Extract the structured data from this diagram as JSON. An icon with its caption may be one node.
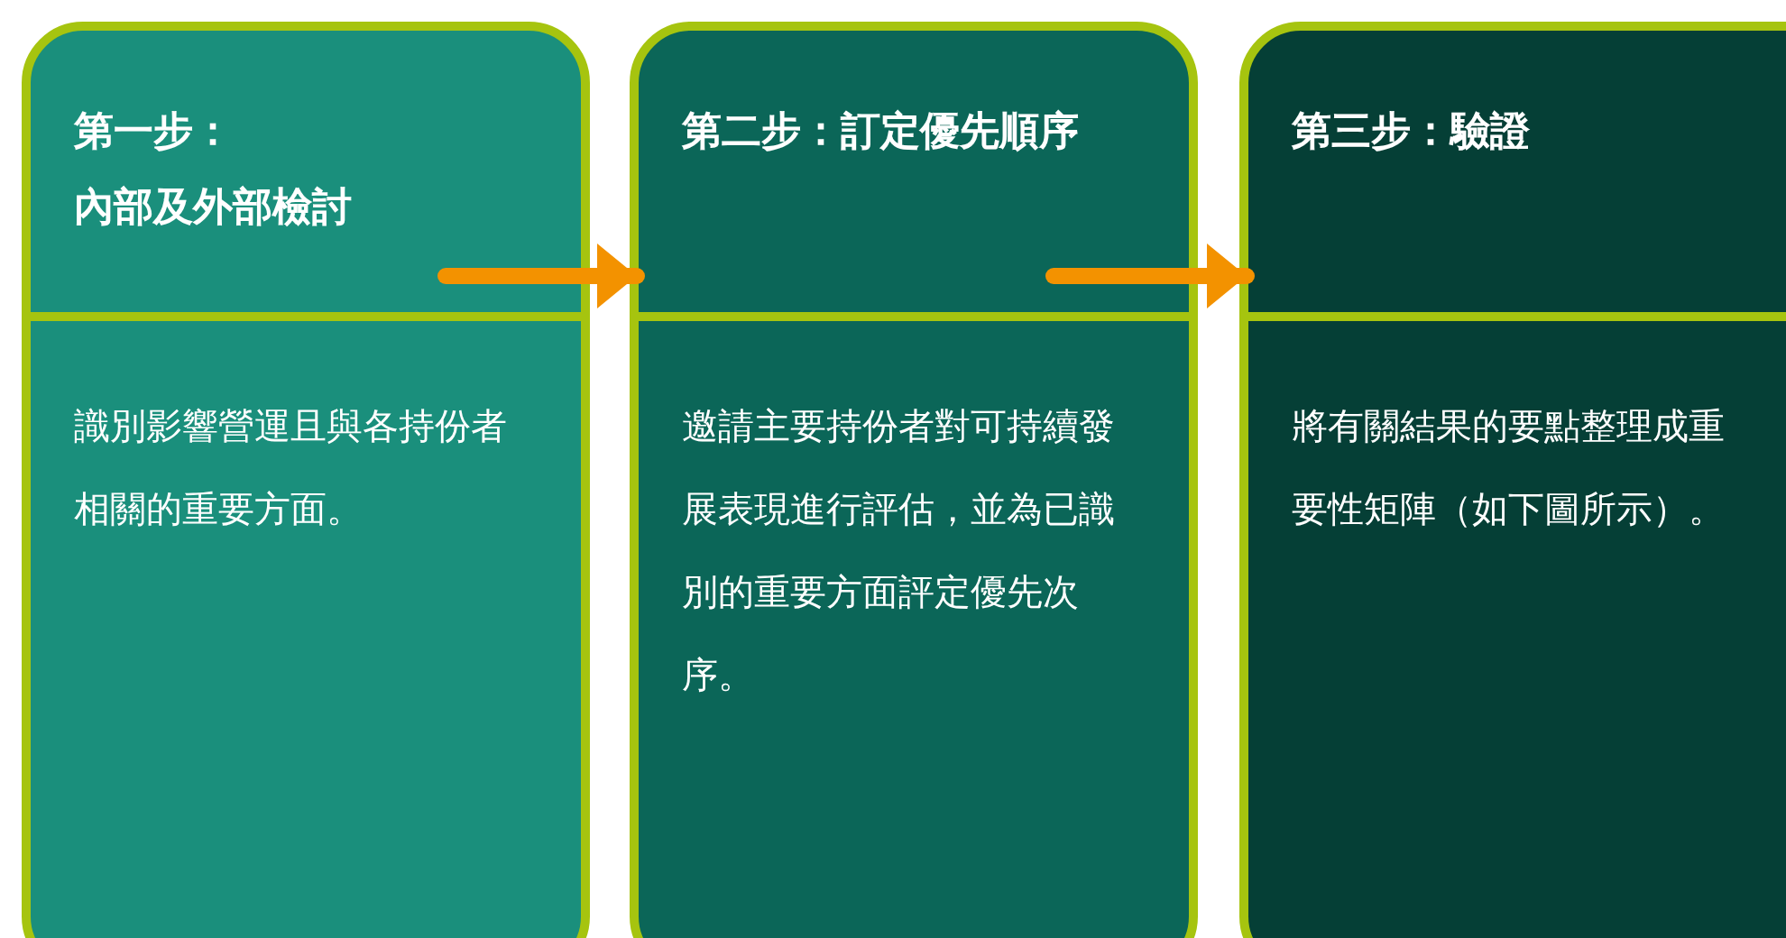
{
  "diagram": {
    "nodes": [
      {
        "text": [
          "第一步：內部及外部檢討",
          "識別影響營運且與各持份者相關的重要方面。"
        ]
      },
      {
        "text": [
          "第二步：訂定優先順序",
          "邀請主要持份者對可持續發展表現進行評估，並為已識別的重要方面評定優先次序。"
        ]
      },
      {
        "text": [
          "第三步：驗證",
          "將有關結果的要點整理成重要性矩陣（如下圖所示）。"
        ]
      }
    ],
    "edges": [
      {
        "from": 0,
        "to": 1,
        "arrow": "to"
      },
      {
        "from": 1,
        "to": 2,
        "arrow": "to"
      }
    ]
  }
}
